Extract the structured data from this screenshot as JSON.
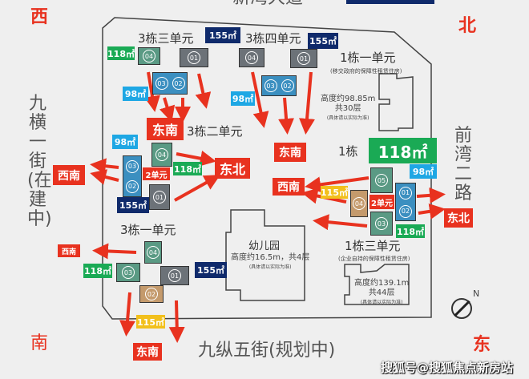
{
  "directions": {
    "west": "西",
    "north": "北",
    "south": "南",
    "east": "东"
  },
  "roads": {
    "top": "新湾大道",
    "left": "九横一街(在建中)",
    "right": "前湾二路",
    "bottom": "九纵五街(规划中)"
  },
  "buildings": {
    "b3u3": "3栋三单元",
    "b3u4": "3栋四单元",
    "b3u2": "3栋二单元",
    "b3u1": "3栋一单元",
    "b1u1": "1栋一单元",
    "b1u1_note": "(移交政府的保障性租赁住房)",
    "b1u1_height": "高度约98.85m",
    "b1u1_floors": "共30层",
    "b1u1_disclaimer": "(具体请以实际为准)",
    "b1u2": "1栋",
    "b1u3": "1栋三单元",
    "b1u3_note": "(企业自持的保障性租赁住房)",
    "b1u3_height": "高度约139.1m",
    "b1u3_floors": "共44层",
    "b1u3_disclaimer": "(具体请以实际为准)",
    "kindergarten": "幼儿园",
    "kg_info": "高度约16.5m，共4层",
    "kg_disclaimer": "(具体请以实际为准)"
  },
  "areas": {
    "a155": "155㎡",
    "a118": "118㎡",
    "a98": "98㎡",
    "a115": "115㎡"
  },
  "units": {
    "u01": "01",
    "u02": "02",
    "u03": "03",
    "u04": "04",
    "u05": "05",
    "unit2": "2单元"
  },
  "orientations": {
    "se": "东南",
    "ne": "东北",
    "sw": "西南"
  },
  "compass": "N",
  "watermark": "搜狐号@搜狐焦点新房站",
  "colors": {
    "arrow": "#e8321f",
    "green": "#1aaa55",
    "blue": "#1ea7e4",
    "navy": "#0f2a6b",
    "yellow": "#f2c01c"
  }
}
